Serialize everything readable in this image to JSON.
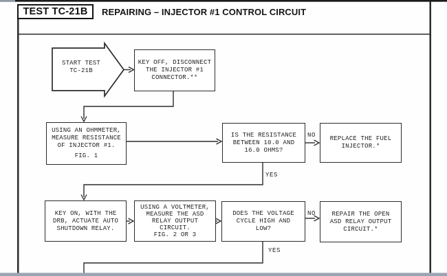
{
  "header": {
    "test_label": "TEST TC-21B",
    "title": "REPAIRING – INJECTOR #1 CONTROL CIRCUIT"
  },
  "flowchart": {
    "steps": {
      "start": {
        "lines": [
          "START TEST",
          "TC-21B"
        ]
      },
      "key_off": {
        "lines": [
          "KEY OFF, DISCONNECT",
          "THE INJECTOR #1",
          "CONNECTOR.**"
        ]
      },
      "ohmmeter": {
        "lines": [
          "USING AN OHMMETER,",
          "MEASURE RESISTANCE",
          "OF INJECTOR #1.",
          "",
          "FIG. 1"
        ]
      },
      "resistance_q": {
        "lines": [
          "IS THE RESISTANCE",
          "BETWEEN 10.0 AND",
          "16.0 OHMS?"
        ]
      },
      "replace_injector": {
        "lines": [
          "REPLACE THE FUEL",
          "INJECTOR.*"
        ]
      },
      "key_on": {
        "lines": [
          "KEY ON, WITH THE",
          "DRB, ACTUATE AUTO",
          "SHUTDOWN RELAY."
        ]
      },
      "voltmeter": {
        "lines": [
          "USING A VOLTMETER,",
          "MEASURE THE ASD",
          "RELAY OUTPUT",
          "CIRCUIT.",
          "FIG. 2 OR 3"
        ]
      },
      "voltage_q": {
        "lines": [
          "DOES THE VOLTAGE",
          "CYCLE HIGH AND",
          "LOW?"
        ]
      },
      "repair_asd": {
        "lines": [
          "REPAIR THE OPEN",
          "ASD RELAY OUTPUT",
          "CIRCUIT.*"
        ]
      }
    },
    "branch_labels": {
      "no1": "NO",
      "yes1": "YES",
      "no2": "NO",
      "yes2": "YES"
    }
  },
  "colors": {
    "ink": "#2b2b2b",
    "top_edge": "#1a1a1a",
    "bottom_band": "#9ba4b2",
    "paper": "#ffffff"
  }
}
